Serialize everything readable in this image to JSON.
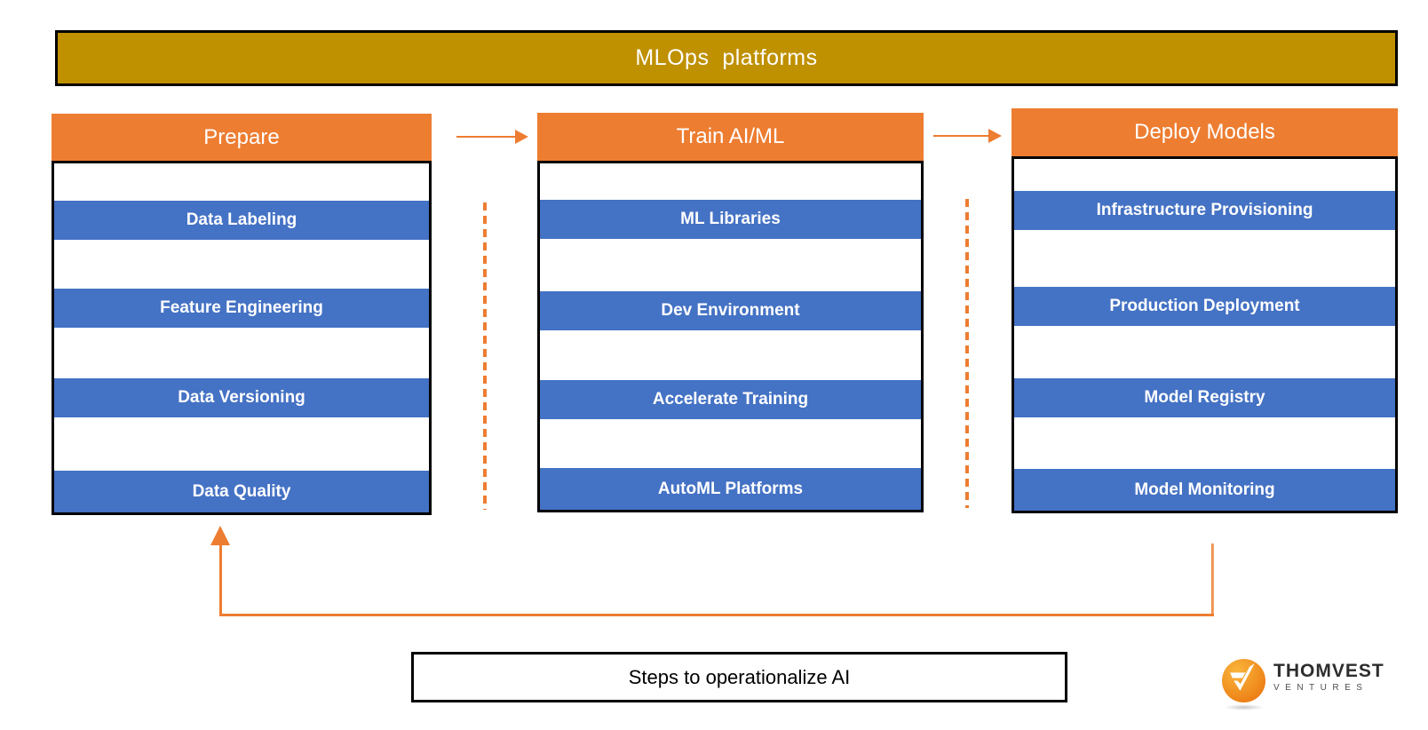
{
  "banner": {
    "title": "MLOps  platforms"
  },
  "columns": [
    {
      "header": "Prepare",
      "items": [
        "Data Labeling",
        "Feature Engineering",
        "Data Versioning",
        "Data Quality"
      ]
    },
    {
      "header": "Train AI/ML",
      "items": [
        "ML Libraries",
        "Dev Environment",
        "Accelerate Training",
        "AutoML Platforms"
      ]
    },
    {
      "header": "Deploy Models",
      "items": [
        "Infrastructure Provisioning",
        "Production Deployment",
        "Model Registry",
        "Model Monitoring"
      ]
    }
  ],
  "caption": {
    "label": "Steps to operationalize AI"
  },
  "logo": {
    "brand": "THOMVEST",
    "subtitle": "VENTURES",
    "icon": "checkmark-circle-icon"
  },
  "colors": {
    "banner_gold": "#BF9000",
    "header_orange": "#ED7D31",
    "bar_blue": "#4472C4",
    "arrow_orange": "#ED7D31",
    "border_black": "#000000"
  }
}
